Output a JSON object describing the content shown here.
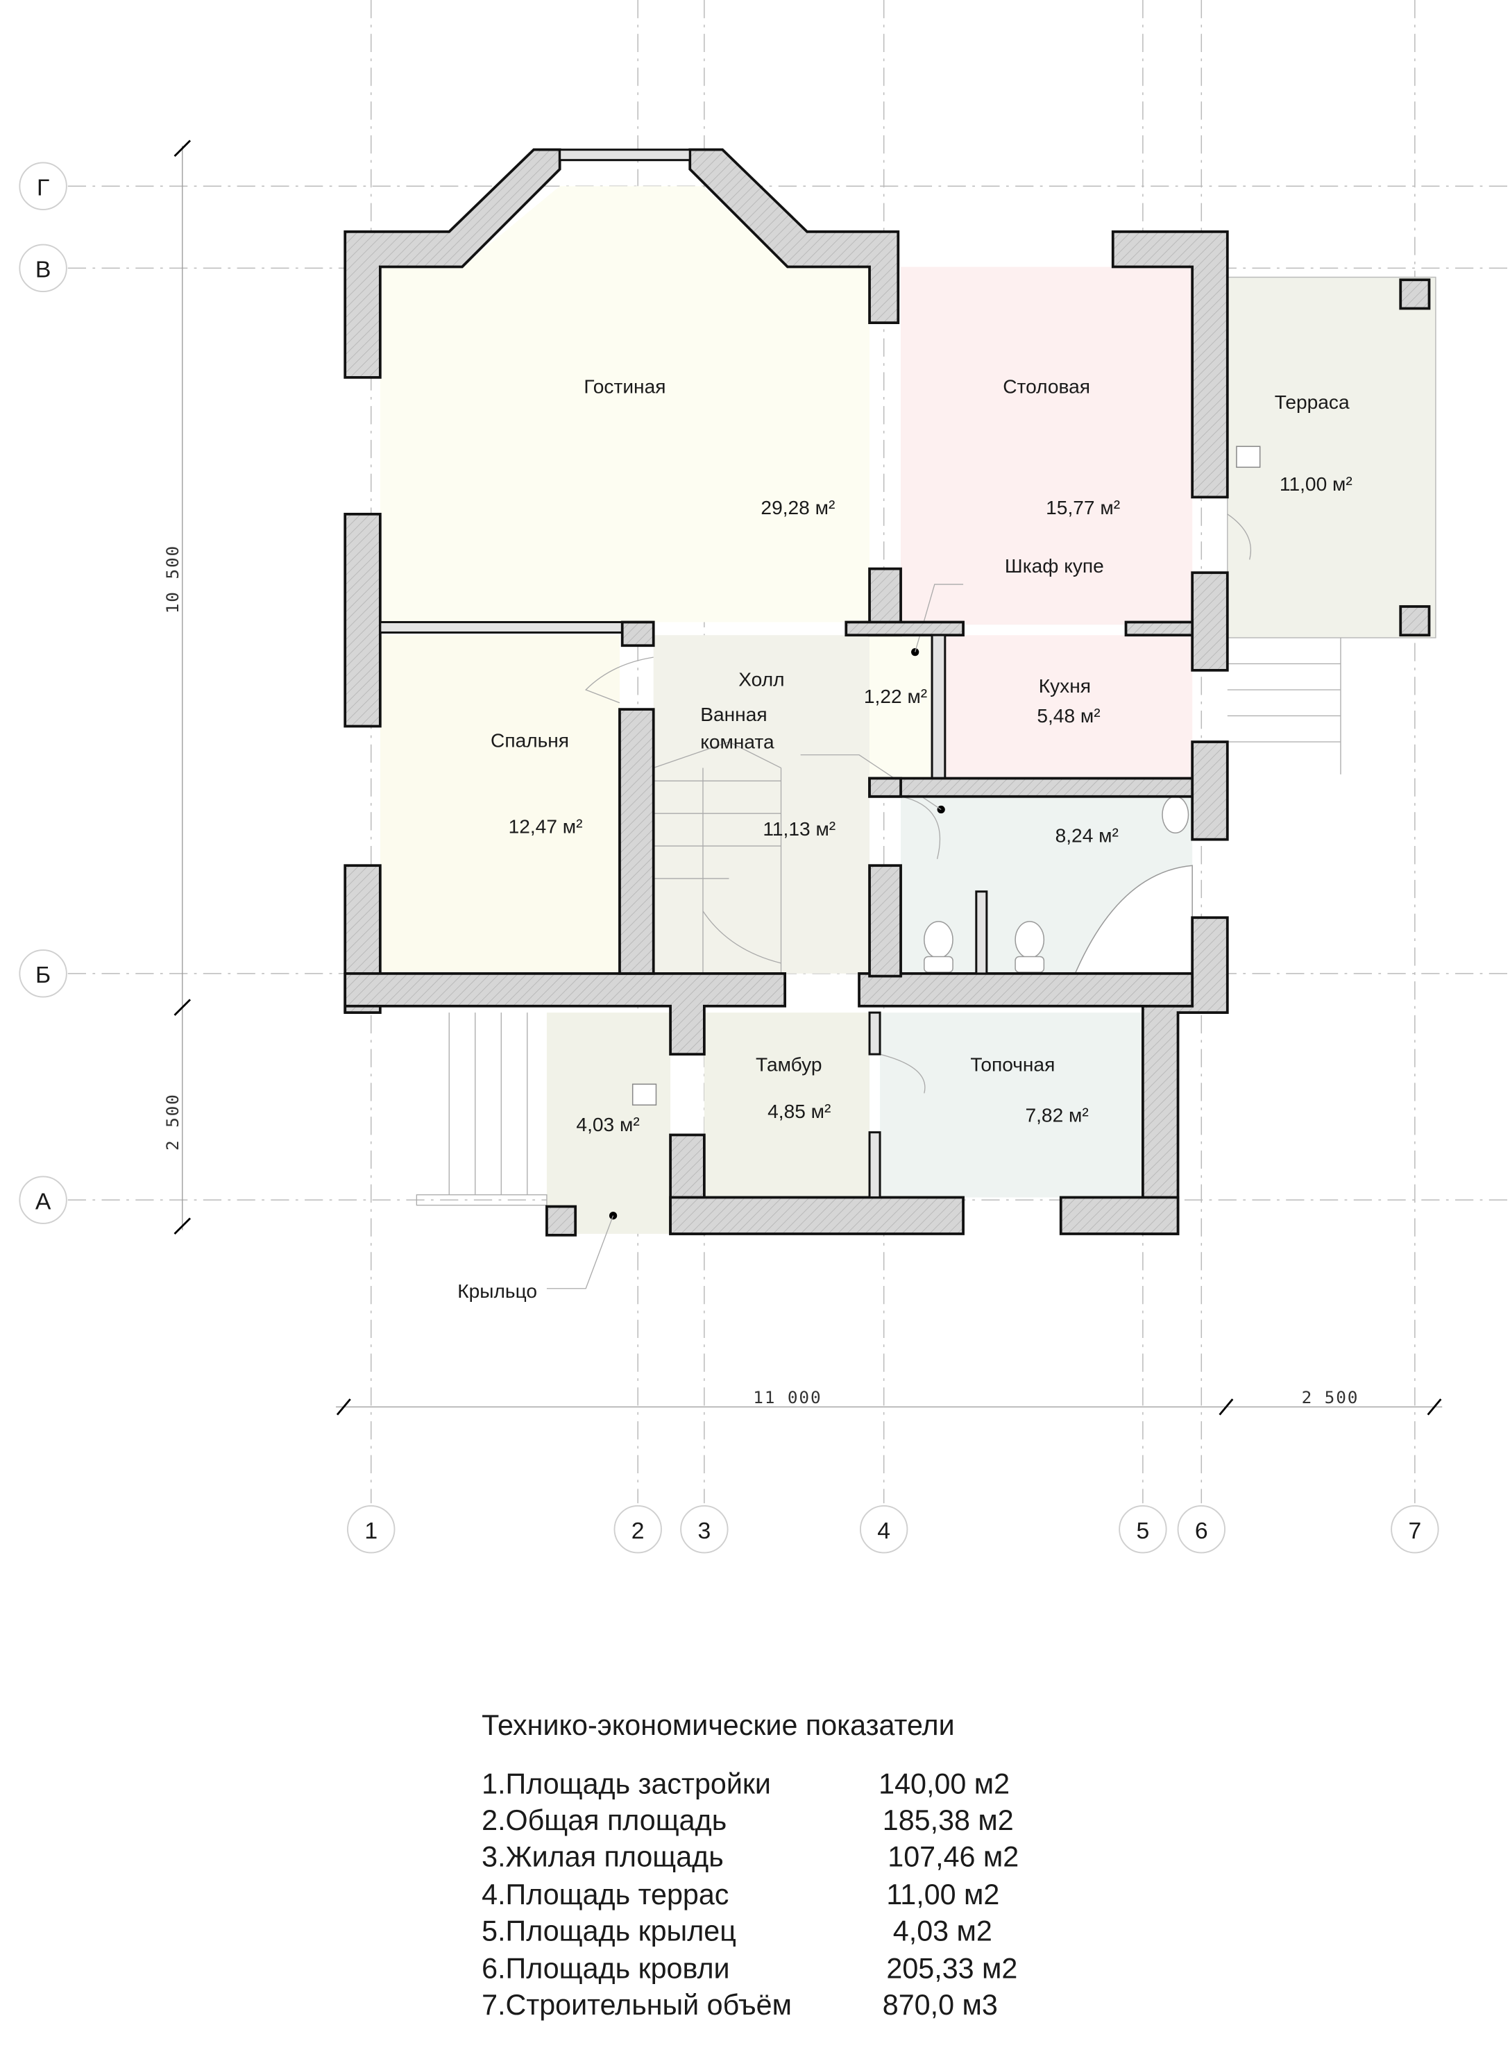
{
  "axes": {
    "vertical": [
      "1",
      "2",
      "3",
      "4",
      "5",
      "6",
      "7"
    ],
    "horizontal": [
      "Г",
      "В",
      "Б",
      "А"
    ]
  },
  "dimensions": {
    "left_top": "10 500",
    "left_bottom": "2 500",
    "bottom_main": "11 000",
    "bottom_right": "2 500"
  },
  "rooms": {
    "living": {
      "name": "Гостиная",
      "area": "29,28 м²",
      "color": "#fdfdf2"
    },
    "dining": {
      "name": "Столовая",
      "area": "15,77 м²",
      "color": "#fdf0f0"
    },
    "terrace": {
      "name": "Терраса",
      "area": "11,00 м²",
      "color": "#f1f2ea"
    },
    "wardrobe": {
      "name": "Шкаф купе",
      "area": "1,22 м²"
    },
    "hall": {
      "name": "Холл",
      "area": "11,13 м²",
      "color": "#f2f2ea"
    },
    "bathroom": {
      "name_line1": "Ванная",
      "name_line2": "комната",
      "area": "8,24 м²",
      "color": "#eef3f1"
    },
    "kitchen": {
      "name": "Кухня",
      "area": "5,48 м²"
    },
    "bedroom": {
      "name": "Спальня",
      "area": "12,47 м²",
      "color": "#fcfbee"
    },
    "vestibule": {
      "name": "Тамбур",
      "area": "4,85 м²",
      "color": "#f1f2e8"
    },
    "boiler": {
      "name": "Топочная",
      "area": "7,82 м²"
    },
    "porch": {
      "name": "Крыльцо",
      "area": "4,03 м²"
    }
  },
  "indicators": {
    "title": "Технико-экономические показатели",
    "items": [
      {
        "label": "1.Площадь застройки",
        "value": "140,00 м2"
      },
      {
        "label": "2.Общая площадь",
        "value": "185,38 м2"
      },
      {
        "label": "3.Жилая площадь",
        "value": "107,46 м2"
      },
      {
        "label": "4.Площадь террас",
        "value": "11,00 м2"
      },
      {
        "label": "5.Площадь крылец",
        "value": "4,03 м2"
      },
      {
        "label": "6.Площадь кровли",
        "value": "205,33 м2"
      },
      {
        "label": "7.Строительный объём",
        "value": "870,0 м3"
      }
    ]
  }
}
